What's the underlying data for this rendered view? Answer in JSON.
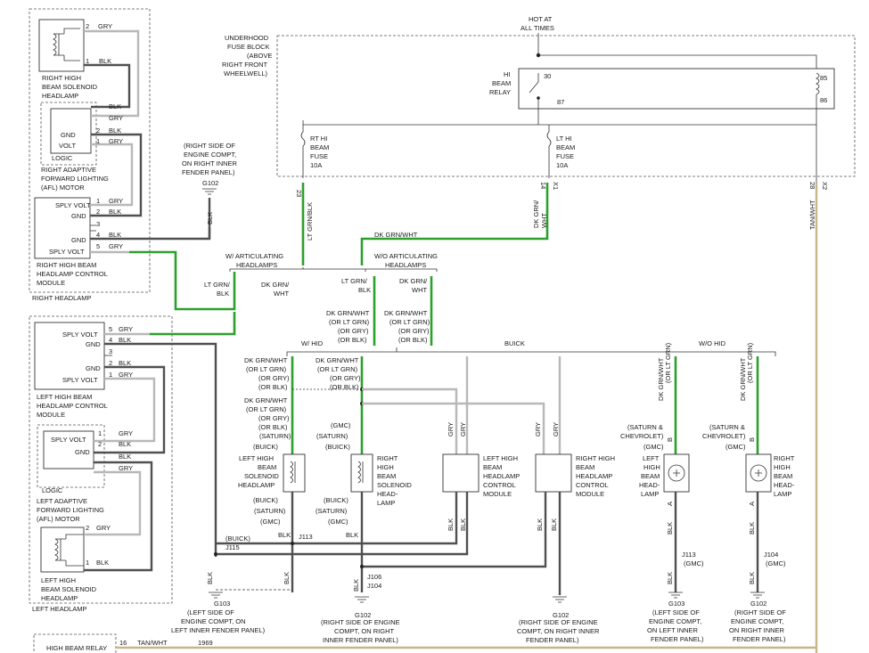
{
  "diagram": {
    "hot_at_all_times": [
      "HOT AT",
      "ALL TIMES"
    ],
    "underhood_fuse_block": [
      "UNDERHOOD",
      "FUSE BLOCK",
      "(ABOVE",
      "RIGHT FRONT",
      "WHEELWELL)"
    ],
    "hi_beam_relay": [
      "HI",
      "BEAM",
      "RELAY"
    ],
    "relay_pins": {
      "p30": "30",
      "p87": "87",
      "p85": "85",
      "p86": "86"
    },
    "rt_hi_beam_fuse": [
      "RT HI",
      "BEAM",
      "FUSE",
      "10A"
    ],
    "lt_hi_beam_fuse": [
      "LT HI",
      "BEAM",
      "FUSE",
      "10A"
    ],
    "fuse_pins": {
      "rt": "23",
      "lt": "14",
      "lt_conn": "X1",
      "tan": "28",
      "tan_conn": "X2"
    },
    "wire_labels": {
      "lt_grn_blk": "LT GRN/BLK",
      "dk_grn_wht": "DK GRN/WHT",
      "dk_grn_wht_split": [
        "DK GRN/",
        "WHT"
      ],
      "tan_wht": "TAN/WHT",
      "blk": "BLK",
      "gry": "GRY",
      "lt_grn_blk_split": [
        "LT GRN/",
        "BLK"
      ],
      "tan_wht_bottom": "TAN/WHT",
      "num_1969": "1969",
      "num_16": "16"
    },
    "right_headlamp": {
      "title": "RIGHT HEADLAMP",
      "solenoid": [
        "RIGHT HIGH",
        "BEAM SOLENOID",
        "HEADLAMP"
      ],
      "afl": [
        "RIGHT ADAPTIVE",
        "FORWARD LIGHTING",
        "(AFL) MOTOR"
      ],
      "logic": "LOGIC",
      "gnd": "GND",
      "volt": "VOLT",
      "control": [
        "RIGHT HIGH BEAM",
        "HEADLAMP CONTROL",
        "MODULE"
      ],
      "sply_volt": "SPLY VOLT",
      "pins": [
        "2",
        "1",
        "2",
        "1",
        "1",
        "2",
        "3",
        "4",
        "5"
      ],
      "wire_colors": [
        "GRY",
        "BLK",
        "GRY",
        "BLK",
        "GRY",
        "GRY",
        "BLK",
        "BLK",
        "GRY"
      ]
    },
    "left_headlamp": {
      "title": "LEFT HEADLAMP",
      "control": [
        "LEFT HIGH BEAM",
        "HEADLAMP CONTROL",
        "MODULE"
      ],
      "afl": [
        "LEFT ADAPTIVE",
        "FORWARD LIGHTING",
        "(AFL) MOTOR"
      ],
      "solenoid": [
        "LEFT HIGH",
        "BEAM SOLENOID",
        "HEADLAMP"
      ],
      "logic": "LOGIC",
      "sply_volt": "SPLY VOLT",
      "gnd": "GND",
      "pins": [
        "5",
        "4",
        "3",
        "2",
        "1",
        "1",
        "2",
        "2",
        "1"
      ],
      "wire_colors": [
        "GRY",
        "BLK",
        "BLK",
        "GRY",
        "GRY",
        "BLK",
        "BLK",
        "GRY",
        "BLK"
      ]
    },
    "g102_right_note": [
      "(RIGHT SIDE OF",
      "ENGINE COMPT,",
      "ON RIGHT INNER",
      "FENDER PANEL)"
    ],
    "g102": "G102",
    "g103": "G103",
    "w_articulating": [
      "W/ ARTICULATING",
      "HEADLAMPS"
    ],
    "wo_articulating": [
      "W/O ARTICULATING",
      "HEADLAMPS"
    ],
    "alt_colors": [
      "DK GRN/WHT",
      "(OR LT GRN)",
      "(OR GRY)",
      "(OR BLK)"
    ],
    "w_hid": "W/ HID",
    "buick": "BUICK",
    "wo_hid": "W/O HID",
    "gmc": "(GMC)",
    "saturn": "(SATURN)",
    "buick_p": "(BUICK)",
    "saturn_chevrolet": [
      "(SATURN &",
      "CHEVROLET)"
    ],
    "left_solenoid": [
      "LEFT HIGH",
      "BEAM",
      "SOLENOID",
      "HEADLAMP"
    ],
    "right_solenoid": [
      "RIGHT",
      "HIGH",
      "BEAM",
      "SOLENOID",
      "HEAD-",
      "LAMP"
    ],
    "left_control": [
      "LEFT HIGH",
      "BEAM",
      "HEADLAMP",
      "CONTROL",
      "MODULE"
    ],
    "right_control": [
      "RIGHT HIGH",
      "BEAM",
      "HEADLAMP",
      "CONTROL",
      "MODULE"
    ],
    "left_hid_lamp": [
      "LEFT",
      "HIGH",
      "BEAM",
      "HEAD-",
      "LAMP"
    ],
    "right_hid_lamp": [
      "RIGHT",
      "HIGH",
      "BEAM",
      "HEAD-",
      "LAMP"
    ],
    "splices": {
      "j113": "J113",
      "j115": "J115",
      "j106": "J106",
      "j104": "J104"
    },
    "ground_notes": {
      "g103": [
        "(LEFT SIDE OF",
        "ENGINE COMPT, ON",
        "LEFT INNER FENDER PANEL)"
      ],
      "g102_mid": [
        "(RIGHT SIDE OF ENGINE",
        "COMPT, ON RIGHT",
        "INNER FENDER PANEL)"
      ],
      "g102_right": [
        "(RIGHT SIDE OF ENGINE",
        "COMPT, ON RIGHT INNER",
        "FENDER PANEL)"
      ],
      "g103_hid": [
        "(LEFT SIDE OF",
        "ENGINE COMPT,",
        "ON LEFT INNER",
        "FENDER PANEL)"
      ],
      "g102_hid": [
        "(RIGHT SIDE OF",
        "ENGINE COMPT,",
        "ON RIGHT INNER",
        "FENDER PANEL)"
      ]
    },
    "high_beam_relay_bottom": "HIGH BEAM RELAY",
    "pin_letters": {
      "a": "A",
      "b": "B"
    }
  },
  "colors": {
    "blk": "#505050",
    "gry": "#b8b8b8",
    "grn": "#2ca02c",
    "tan": "#c8b48a"
  }
}
